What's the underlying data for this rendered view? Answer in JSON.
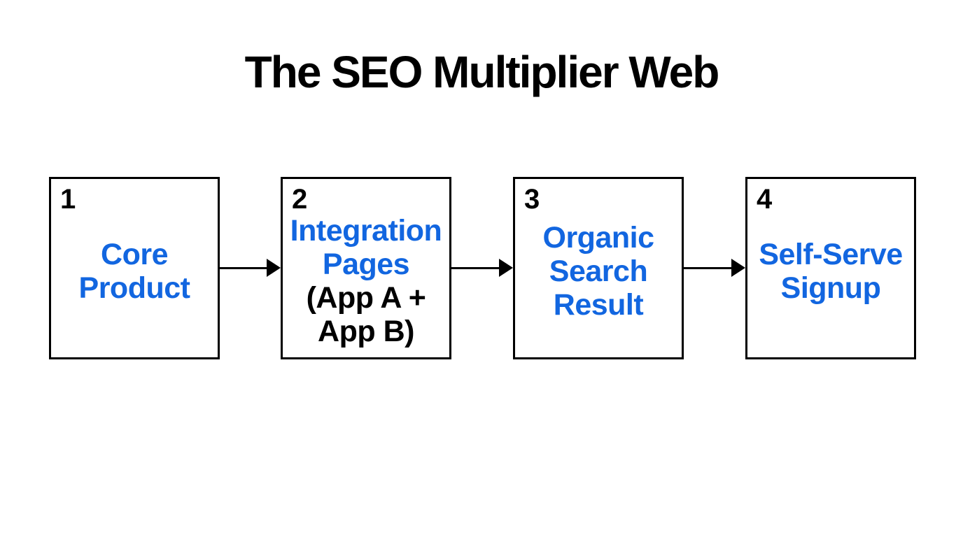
{
  "title": "The SEO Multiplier Web",
  "colors": {
    "accent_blue": "#1266e0",
    "text_black": "#000000",
    "box_border": "#000000",
    "background": "#ffffff"
  },
  "steps": [
    {
      "number": "1",
      "lines": [
        {
          "text": "Core",
          "color": "blue"
        },
        {
          "text": "Product",
          "color": "blue"
        }
      ]
    },
    {
      "number": "2",
      "lines": [
        {
          "text": "Integration",
          "color": "blue"
        },
        {
          "text": "Pages",
          "color": "blue"
        },
        {
          "text": "(App A +",
          "color": "black"
        },
        {
          "text": "App B)",
          "color": "black"
        }
      ]
    },
    {
      "number": "3",
      "lines": [
        {
          "text": "Organic",
          "color": "blue"
        },
        {
          "text": "Search",
          "color": "blue"
        },
        {
          "text": "Result",
          "color": "blue"
        }
      ]
    },
    {
      "number": "4",
      "lines": [
        {
          "text": "Self-Serve",
          "color": "blue"
        },
        {
          "text": "Signup",
          "color": "blue"
        }
      ]
    }
  ]
}
